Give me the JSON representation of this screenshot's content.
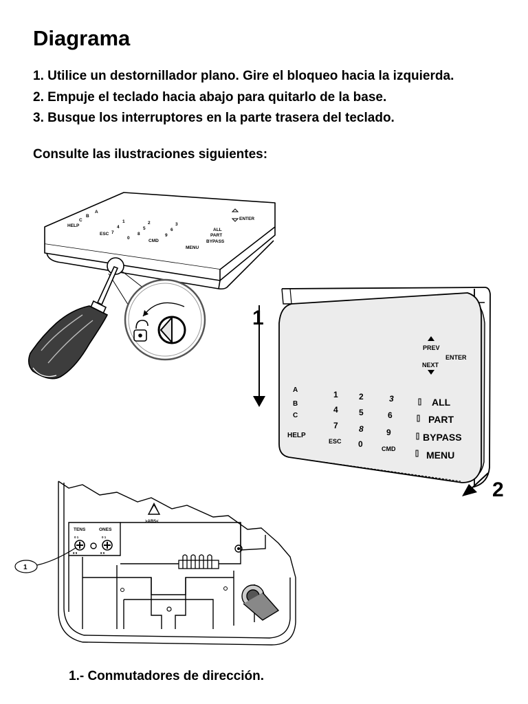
{
  "header": {
    "title": "Diagrama"
  },
  "steps": [
    "1. Utilice un destornillador plano. Gire el bloqueo hacia la izquierda.",
    "2. Empuje el teclado hacia abajo para quitarlo de la base.",
    "3. Busque los interruptores en la parte trasera del teclado."
  ],
  "intro": "Consulte las ilustraciones siguientes:",
  "figure1": {
    "keys_row1": [
      "1",
      "2",
      "3"
    ],
    "keys_row2": [
      "4",
      "5",
      "6"
    ],
    "keys_row3": [
      "7",
      "8",
      "9"
    ],
    "keys_row4": [
      "ESC",
      "0",
      "CMD"
    ],
    "left_keys": [
      "A",
      "B",
      "C",
      "HELP"
    ],
    "mode_keys": [
      "ALL",
      "PART",
      "BYPASS",
      "MENU"
    ],
    "enter_label": "ENTER"
  },
  "figure2": {
    "step_down_label": "1",
    "step_out_label": "2",
    "prev_label": "PREV",
    "next_label": "NEXT",
    "enter_label": "ENTER",
    "left_keys": [
      "A",
      "B",
      "C",
      "HELP"
    ],
    "keys_row1": [
      "1",
      "2",
      "3"
    ],
    "keys_row2": [
      "4",
      "5",
      "6"
    ],
    "keys_row3": [
      "7",
      "8",
      "9"
    ],
    "keys_row4": [
      "ESC",
      "0",
      "CMD"
    ],
    "mode_keys": [
      "ALL",
      "PART",
      "BYPASS",
      "MENU"
    ]
  },
  "figure3": {
    "tens_label": "TENS",
    "ones_label": "ONES",
    "recycle_label": ">ABS<",
    "callout_number": "1"
  },
  "caption": "1.- Conmutadores de dirección."
}
